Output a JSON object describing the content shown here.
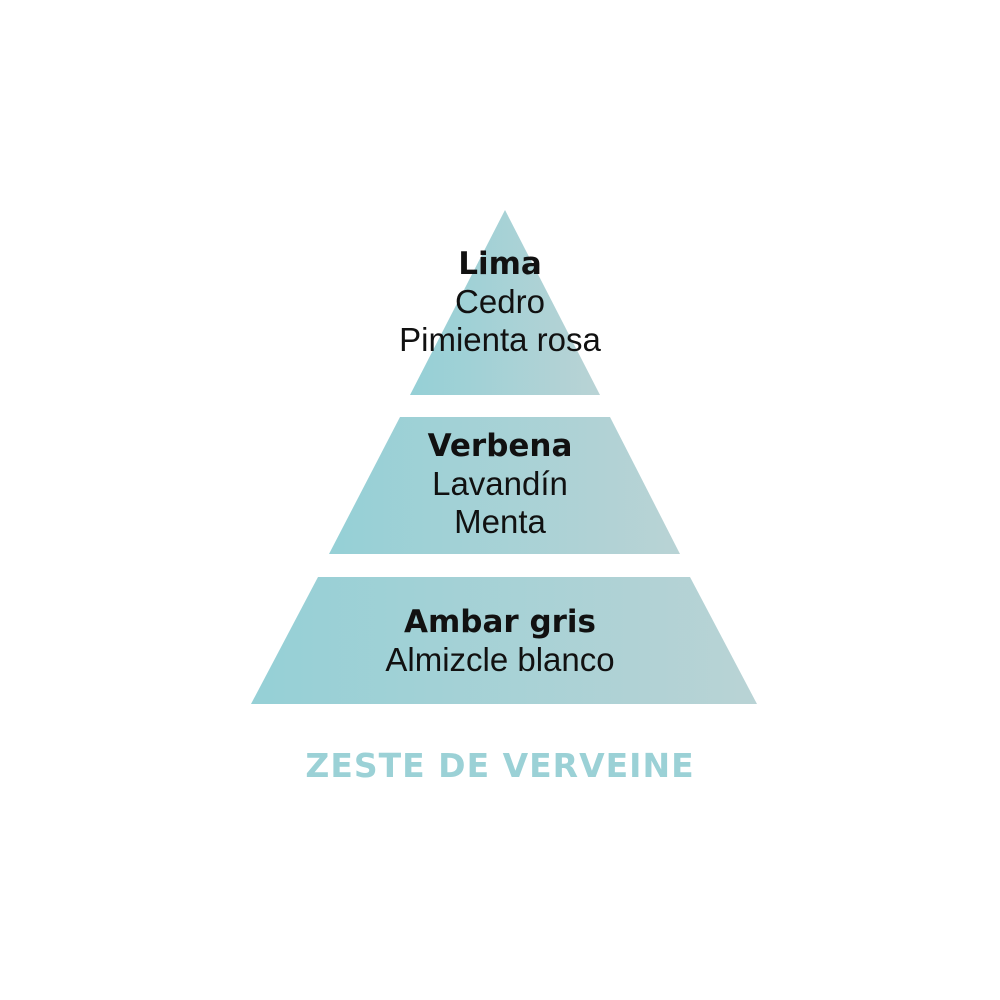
{
  "colors": {
    "tier_gradient_left": "#95d0d6",
    "tier_gradient_right": "#b9d3d5",
    "title": "#9bd1d6",
    "text": "#111111"
  },
  "pyramid": {
    "top": {
      "primary": "Lima",
      "notes": [
        "Cedro",
        "Pimienta rosa"
      ]
    },
    "middle": {
      "primary": "Verbena",
      "notes": [
        "Lavandín",
        "Menta"
      ]
    },
    "base": {
      "primary": "Ambar gris",
      "notes": [
        "Almizcle blanco"
      ]
    }
  },
  "fragrance_name": "ZESTE DE VERVEINE"
}
